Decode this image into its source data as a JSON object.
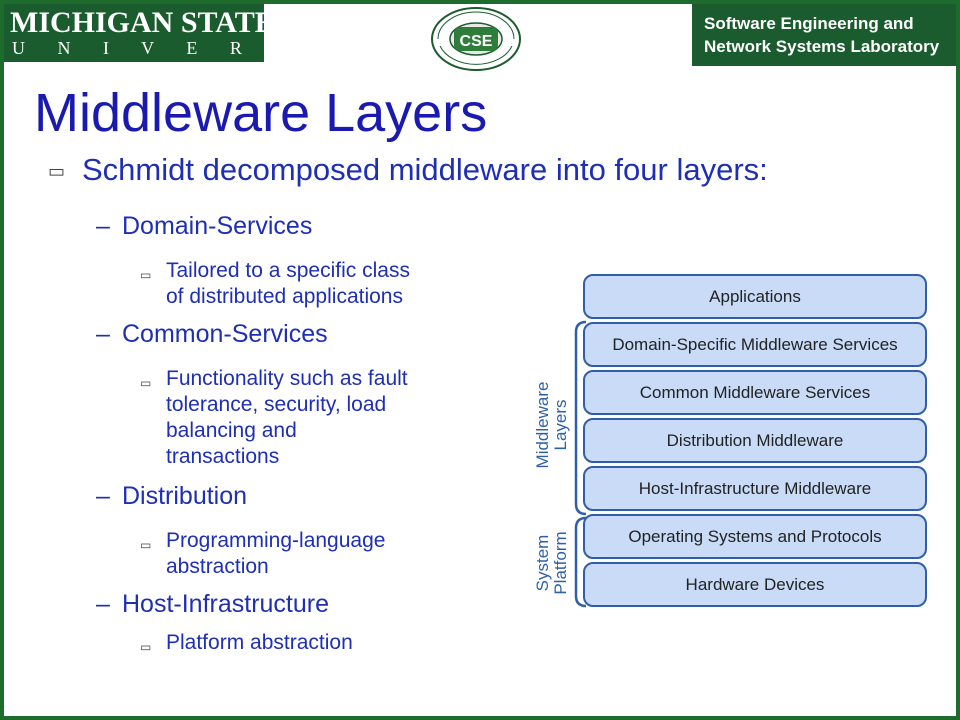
{
  "header": {
    "university_line1": "MICHIGAN STATE",
    "university_line2": "U N I V E R S I T Y",
    "department_seal": "The Department of Computer Science and Engineering",
    "seal_center": "CSE",
    "lab_line1": "Software Engineering and",
    "lab_line2": "Network Systems Laboratory"
  },
  "slide": {
    "title": "Middleware Layers",
    "main_bullet": "Schmidt decomposed middleware into four layers:",
    "sections": [
      {
        "heading": "Domain-Services",
        "detail": "Tailored to a specific class\nof distributed applications"
      },
      {
        "heading": "Common-Services",
        "detail": "Functionality such as fault\ntolerance, security, load\nbalancing and\ntransactions"
      },
      {
        "heading": "Distribution",
        "detail": "Programming-language\nabstraction"
      },
      {
        "heading": "Host-Infrastructure",
        "detail": "Platform abstraction"
      }
    ]
  },
  "diagram": {
    "layers": [
      "Applications",
      "Domain-Specific Middleware Services",
      "Common Middleware Services",
      "Distribution Middleware",
      "Host-Infrastructure Middleware",
      "Operating Systems and Protocols",
      "Hardware Devices"
    ],
    "middleware_label_1": "Middleware",
    "middleware_label_2": "Layers",
    "platform_label_1": "System",
    "platform_label_2": "Platform"
  },
  "colors": {
    "brand_green": "#1a5c2e",
    "title_blue": "#1a1ab0",
    "layer_fill": "#c9dbf7",
    "layer_border": "#2f5fa8"
  }
}
